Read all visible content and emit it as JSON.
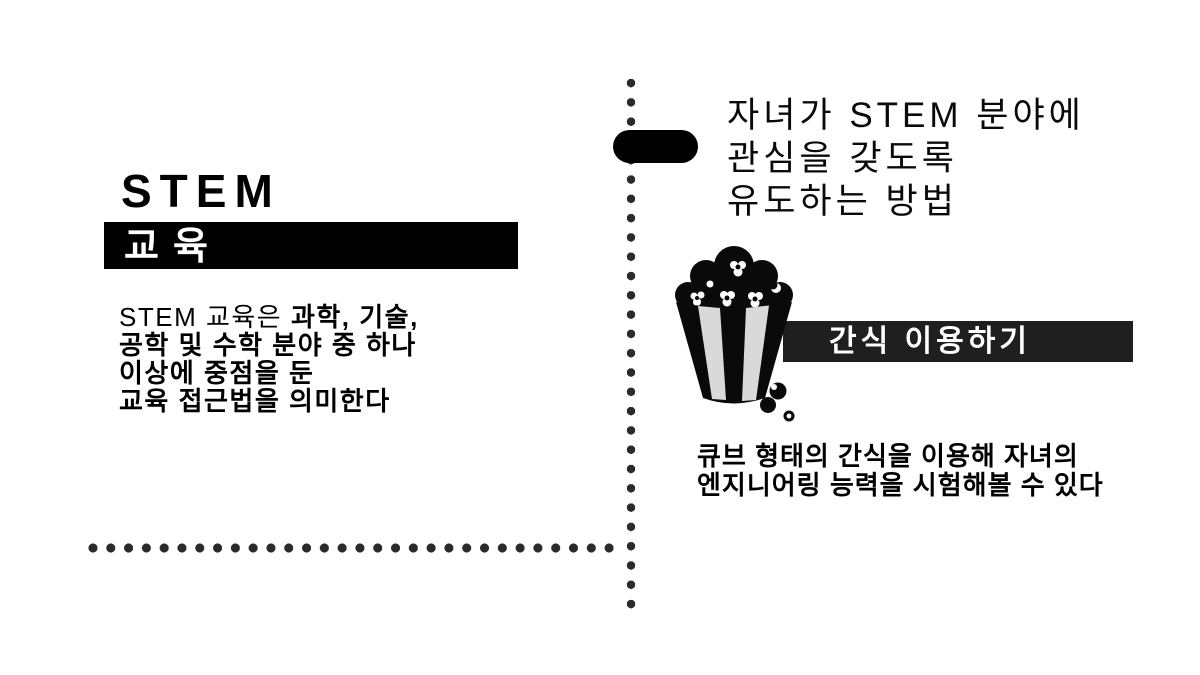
{
  "left_section": {
    "title": "STEM",
    "title_bar_label": "교육",
    "paragraph": {
      "lead": "STEM 교육은 ",
      "lead_bold": "과학, 기술,",
      "line2": "공학 및 수학 분야 중 하나",
      "line3": "이상에 중점을 둔",
      "line4": "교육 접근법을 의미한다"
    }
  },
  "right_section": {
    "heading_lines": [
      "자녀가 STEM 분야에",
      "관심을 갖도록",
      "유도하는 방법"
    ],
    "tip": {
      "icon": "popcorn-bucket-icon",
      "label": "간식 이용하기",
      "description_lines": [
        "큐브 형태의 간식을 이용해 자녀의",
        "엔지니어링 능력을 시험해볼 수 있다"
      ]
    }
  },
  "colors": {
    "background": "#ffffff",
    "ink": "#000000",
    "title_bar_bg": "#000000",
    "snack_label_bg": "#1f1f1f",
    "snack_label_text": "#ffffff",
    "dotted_line": "#2b2b2b",
    "bucket_stripe_gray": "#d9d9d9"
  }
}
